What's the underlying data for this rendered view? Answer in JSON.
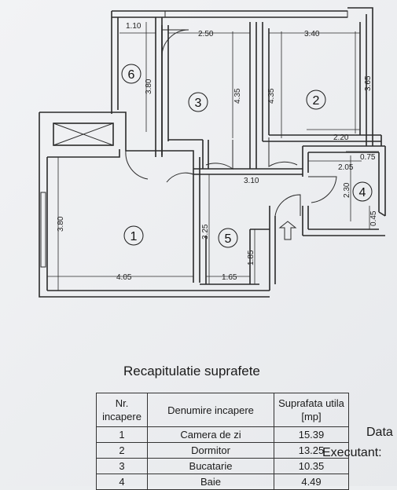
{
  "plan": {
    "rooms": [
      {
        "id": "1",
        "label": "1"
      },
      {
        "id": "2",
        "label": "2"
      },
      {
        "id": "3",
        "label": "3"
      },
      {
        "id": "4",
        "label": "4"
      },
      {
        "id": "5",
        "label": "5"
      },
      {
        "id": "6",
        "label": "6"
      }
    ],
    "dimensions": {
      "d_1_10": "1.10",
      "d_2_50": "2.50",
      "d_3_40": "3.40",
      "d_3_80_top": "3.80",
      "d_4_35_a": "4.35",
      "d_4_35_b": "4.35",
      "d_3_65": "3.65",
      "d_2_20": "2.20",
      "d_0_75": "0.75",
      "d_2_05": "2.05",
      "d_3_10": "3.10",
      "d_2_30": "2.30",
      "d_0_45": "0.45",
      "d_3_80_left": "3.80",
      "d_3_25": "3.25",
      "d_1_85": "1.85",
      "d_4_05": "4.05",
      "d_1_65": "1.65"
    }
  },
  "recap": {
    "title": "Recapitulatie suprafete",
    "headers": {
      "nr": "Nr. incapere",
      "name": "Denumire incapere",
      "area": "Suprafata utila [mp]"
    },
    "rows": [
      {
        "nr": "1",
        "name": "Camera de zi",
        "area": "15.39"
      },
      {
        "nr": "2",
        "name": "Dormitor",
        "area": "13.25"
      },
      {
        "nr": "3",
        "name": "Bucatarie",
        "area": "10.35"
      },
      {
        "nr": "4",
        "name": "Baie",
        "area": "4.49"
      }
    ]
  },
  "side": {
    "data_label": "Data",
    "executant_label": "Executant:"
  }
}
